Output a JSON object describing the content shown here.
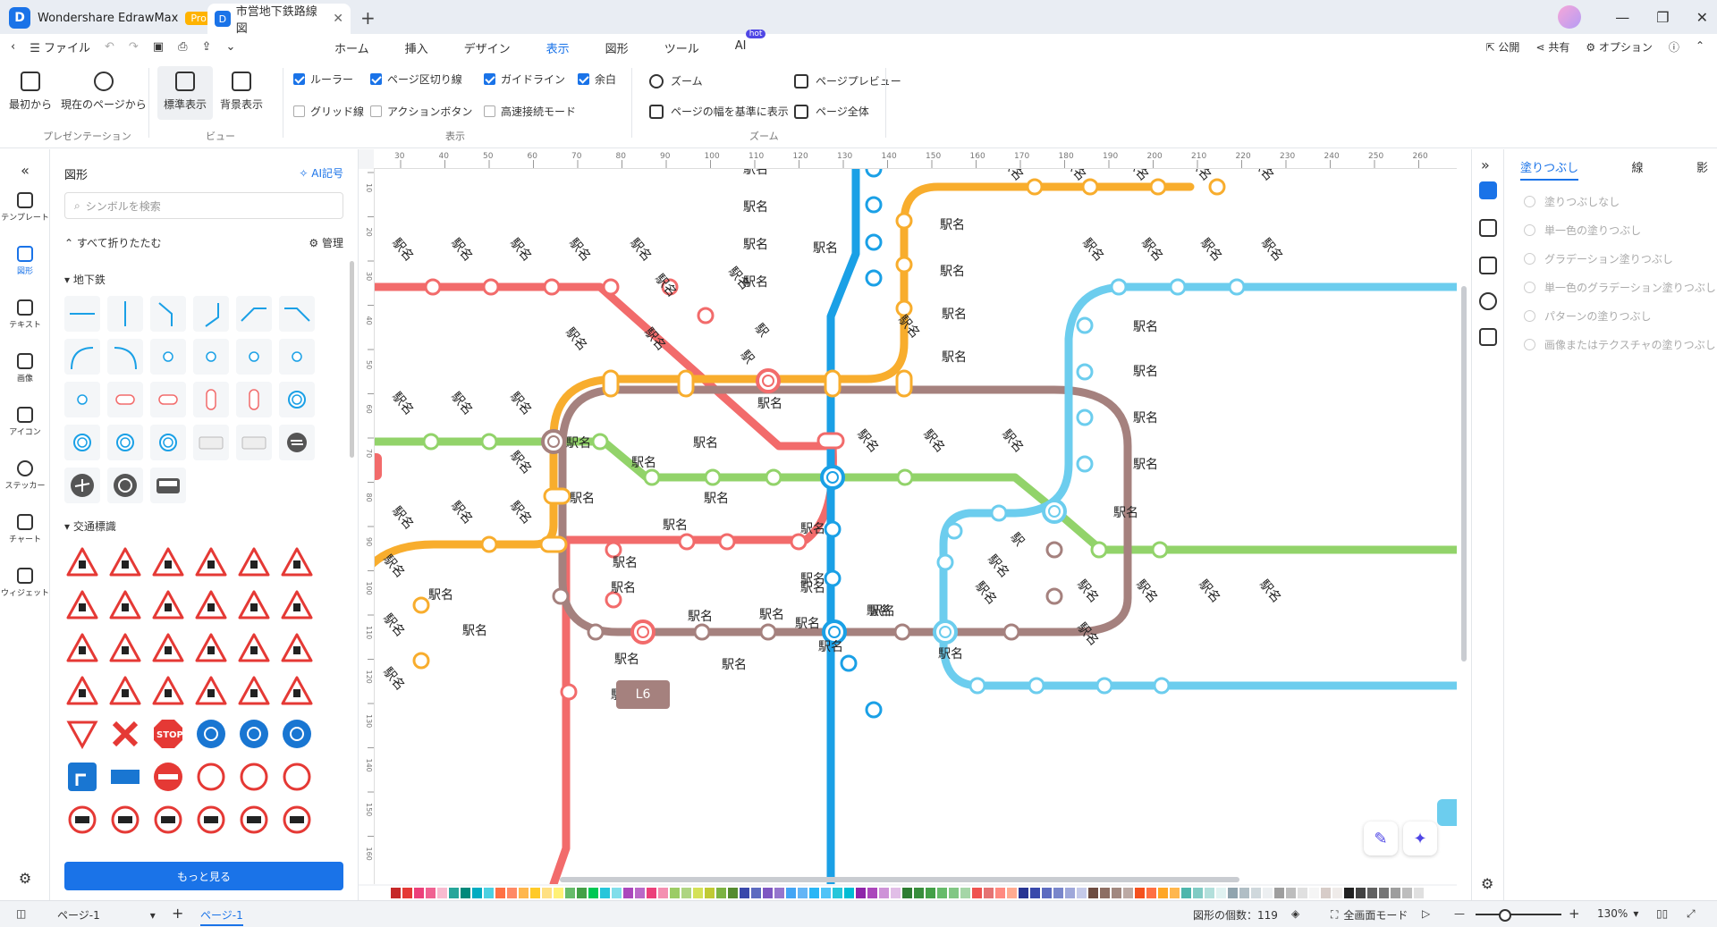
{
  "app": {
    "name": "Wondershare EdrawMax",
    "badge": "Pro",
    "doc_tab": "市営地下鉄路線図"
  },
  "menu": {
    "file": "ファイル",
    "tabs": [
      "ホーム",
      "挿入",
      "デザイン",
      "表示",
      "図形",
      "ツール",
      "AI"
    ],
    "active_tab": "表示",
    "hot": "hot",
    "publish": "公開",
    "share": "共有",
    "options": "オプション"
  },
  "ribbon": {
    "from_start": "最初から",
    "from_current": "現在のページから",
    "presentation": "プレゼンテーション",
    "normal_view": "標準表示",
    "bg_view": "背景表示",
    "view": "ビュー",
    "checks": {
      "ruler": "ルーラー",
      "page_break": "ページ区切り線",
      "guideline": "ガイドライン",
      "margin": "余白",
      "grid": "グリッド線",
      "action_button": "アクションボタン",
      "fast_connect": "高速接続モード"
    },
    "display": "表示",
    "zoom": "ズーム",
    "fit_width": "ページの幅を基準に表示",
    "page_preview": "ページプレビュー",
    "whole_page": "ページ全体",
    "zoom_group": "ズーム"
  },
  "leftrail": [
    "テンプレート",
    "図形",
    "テキスト",
    "画像",
    "アイコン",
    "ステッカー",
    "チャート",
    "ウィジェット"
  ],
  "shapes": {
    "title": "図形",
    "ai": "AI記号",
    "search_placeholder": "シンボルを検索",
    "collapse_all": "すべて折りたたむ",
    "manage": "管理",
    "sec_subway": "地下鉄",
    "sec_traffic": "交通標識",
    "more": "もっと見る",
    "stop": "STOP"
  },
  "ruler_h": [
    "30",
    "40",
    "50",
    "60",
    "70",
    "80",
    "90",
    "100",
    "110",
    "120",
    "130",
    "140",
    "150",
    "160",
    "170",
    "180",
    "190",
    "200",
    "210",
    "220",
    "230",
    "240",
    "250",
    "260"
  ],
  "ruler_v": [
    "10",
    "20",
    "30",
    "40",
    "50",
    "60",
    "70",
    "80",
    "90",
    "100",
    "110",
    "120",
    "130",
    "140",
    "150",
    "160"
  ],
  "map": {
    "station": "駅名",
    "station_short": "駅",
    "line_tag": "L6",
    "colors": {
      "red": "#f26b6b",
      "orange": "#f8ad2d",
      "blue": "#1aa0e6",
      "green": "#92d36a",
      "brown": "#a5817e",
      "cyan": "#6ccdee"
    }
  },
  "fill": {
    "tabs": [
      "塗りつぶし",
      "線",
      "影"
    ],
    "options": [
      "塗りつぶしなし",
      "単一色の塗りつぶし",
      "グラデーション塗りつぶし",
      "単一色のグラデーション塗りつぶし",
      "パターンの塗りつぶし",
      "画像またはテクスチャの塗りつぶし"
    ]
  },
  "status": {
    "page_select": "ページ-1",
    "page_tab": "ページ-1",
    "shape_count": "図形の個数：119",
    "fullscreen": "全画面モード",
    "zoom": "130%"
  }
}
